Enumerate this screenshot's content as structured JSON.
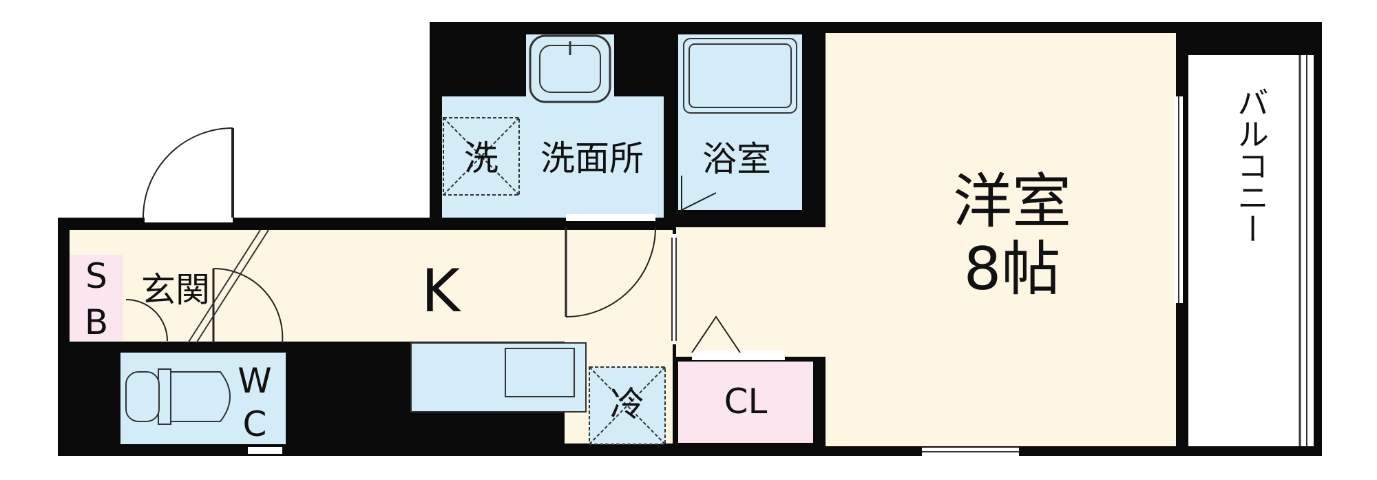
{
  "floor_plan": {
    "rooms": {
      "western_room": {
        "name": "洋室",
        "size": "8帖"
      },
      "kitchen": {
        "name": "K"
      },
      "washroom": {
        "name": "洗面所"
      },
      "bathroom": {
        "name": "浴室"
      },
      "entrance": {
        "name": "玄関"
      },
      "shoe_box": {
        "line1": "S",
        "line2": "B"
      },
      "toilet": {
        "line1": "W",
        "line2": "C"
      },
      "closet": {
        "name": "CL"
      },
      "balcony": {
        "name": "バルコニー"
      }
    },
    "fixtures": {
      "washer_space": "洗",
      "fridge_space": "冷"
    },
    "colors": {
      "wall": "#0a0a0a",
      "room_floor": "#fdf6e3",
      "wet_area": "#d3ecf8",
      "storage": "#fbe6ef",
      "outline": "#222222"
    }
  }
}
